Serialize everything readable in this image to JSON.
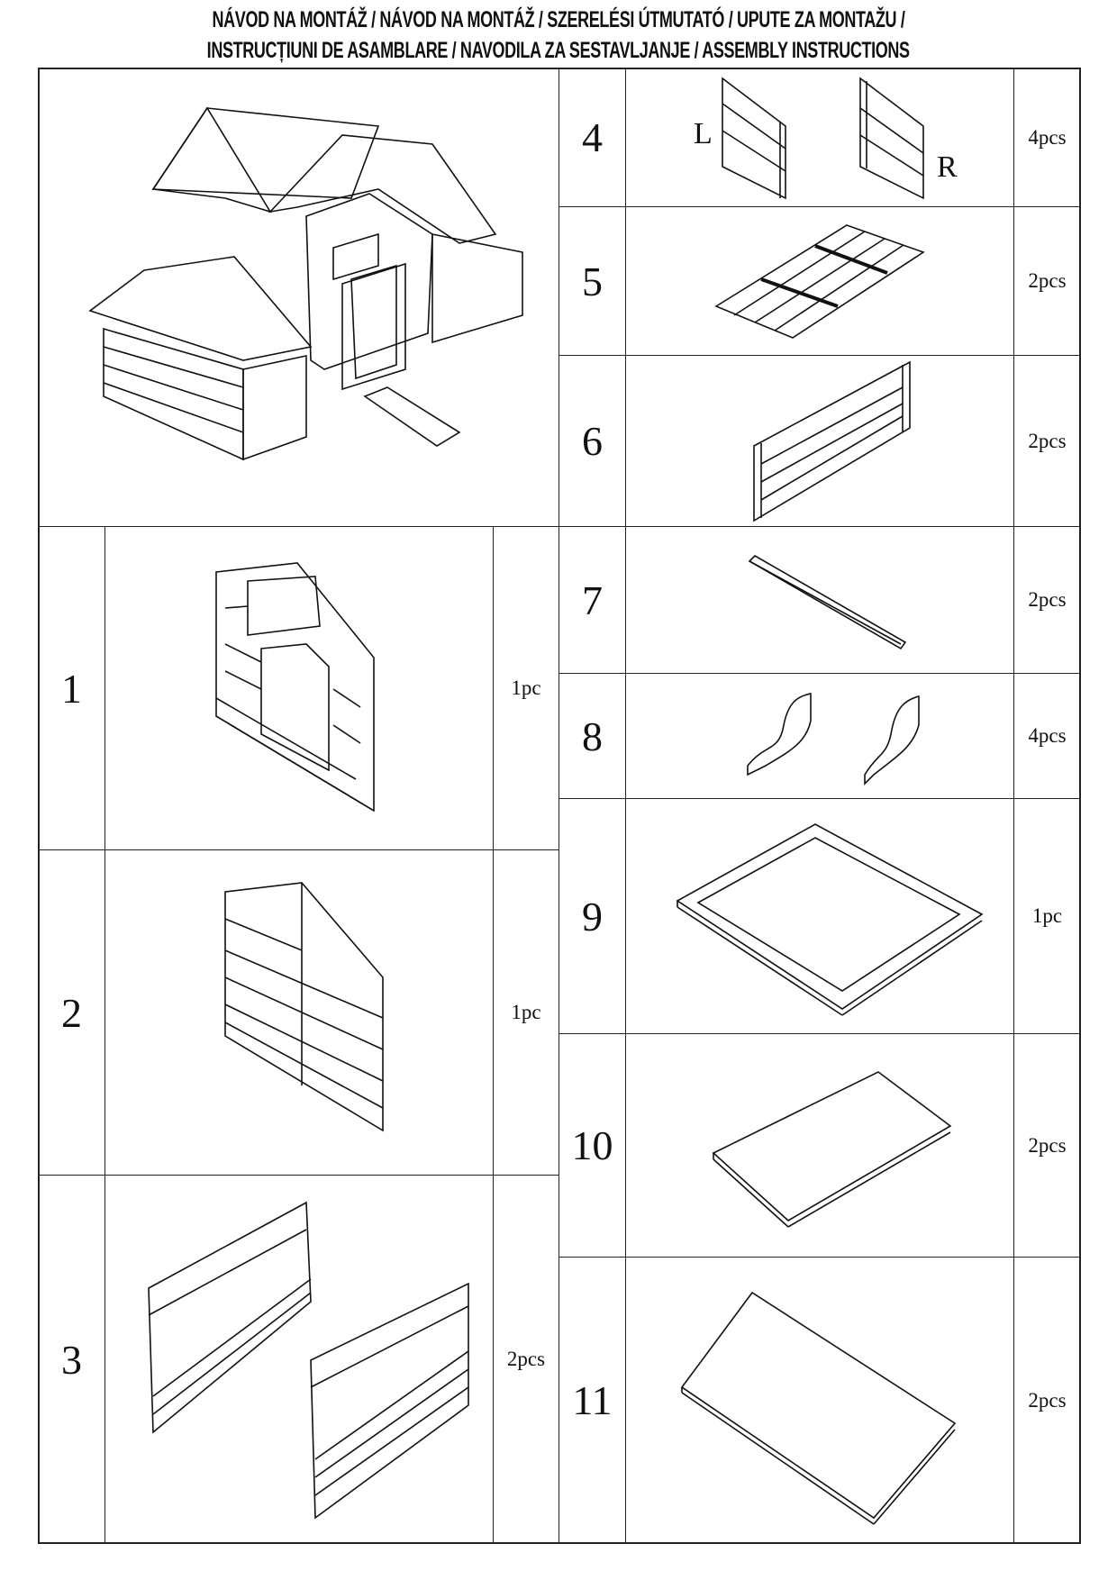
{
  "header": {
    "title_line1": "NÁVOD NA MONTÁŽ / NÁVOD NA MONTÁŽ / SZERELÉSI ÚTMUTATÓ / UPUTE ZA MONTAŽU /",
    "title_line2": "INSTRUCȚIUNI DE ASAMBLARE / NAVODILA ZA SESTAVLJANJE / ASSEMBLY INSTRUCTIONS"
  },
  "parts": [
    {
      "number": "1",
      "qty": "1pc"
    },
    {
      "number": "2",
      "qty": "1pc"
    },
    {
      "number": "3",
      "qty": "2pcs"
    },
    {
      "number": "4",
      "qty": "4pcs",
      "labels": [
        "L",
        "R"
      ]
    },
    {
      "number": "5",
      "qty": "2pcs"
    },
    {
      "number": "6",
      "qty": "2pcs"
    },
    {
      "number": "7",
      "qty": "2pcs"
    },
    {
      "number": "8",
      "qty": "4pcs"
    },
    {
      "number": "9",
      "qty": "1pc"
    },
    {
      "number": "10",
      "qty": "2pcs"
    },
    {
      "number": "11",
      "qty": "2pcs"
    }
  ]
}
